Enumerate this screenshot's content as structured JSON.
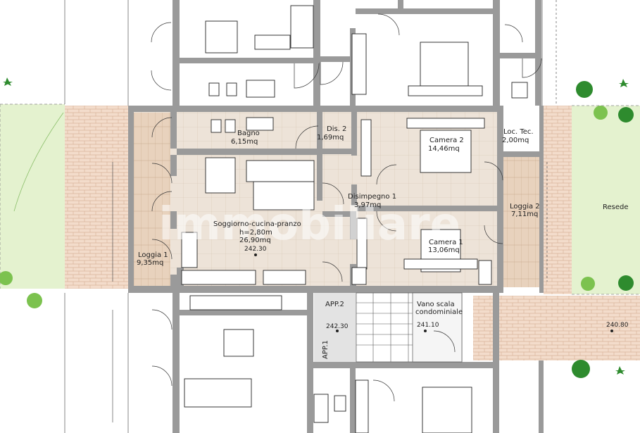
{
  "watermark": "immobiliare",
  "rooms": {
    "bagno": {
      "name": "Bagno",
      "area": "6,15mq"
    },
    "dis2": {
      "name": "Dis. 2",
      "area": "1,69mq"
    },
    "camera2": {
      "name": "Camera 2",
      "area": "14,46mq"
    },
    "loctec": {
      "name": "Loc. Tec.",
      "area": "2,00mq"
    },
    "soggiorno": {
      "name": "Soggiorno-cucina-pranzo",
      "height": "h=2,80m",
      "area": "26,90mq"
    },
    "disimpegno": {
      "name": "Disimpegno 1",
      "area": "3,97mq"
    },
    "loggia2": {
      "name": "Loggia 2",
      "area": "7,11mq"
    },
    "camera1": {
      "name": "Camera 1",
      "area": "13,06mq"
    },
    "loggia1": {
      "name": "Loggia 1",
      "area": "9,35mq"
    },
    "resede": {
      "name": "Resede"
    },
    "app2": {
      "name": "APP.2"
    },
    "app1": {
      "name": "APP.1"
    },
    "vano": {
      "line1": "Vano scala",
      "line2": "condominiale"
    }
  },
  "levels": {
    "soggiorno": "242.30",
    "app": "242.30",
    "vano": "241.10",
    "resede": "240.80"
  },
  "colors": {
    "wall": "#9a9a9a",
    "lawn": "#e4f2cf",
    "terrace": "#f3dccb",
    "highlight": "#ece2d6",
    "furniture": "#ffffff",
    "outline": "#222222",
    "tree": "#2e8b2e"
  }
}
